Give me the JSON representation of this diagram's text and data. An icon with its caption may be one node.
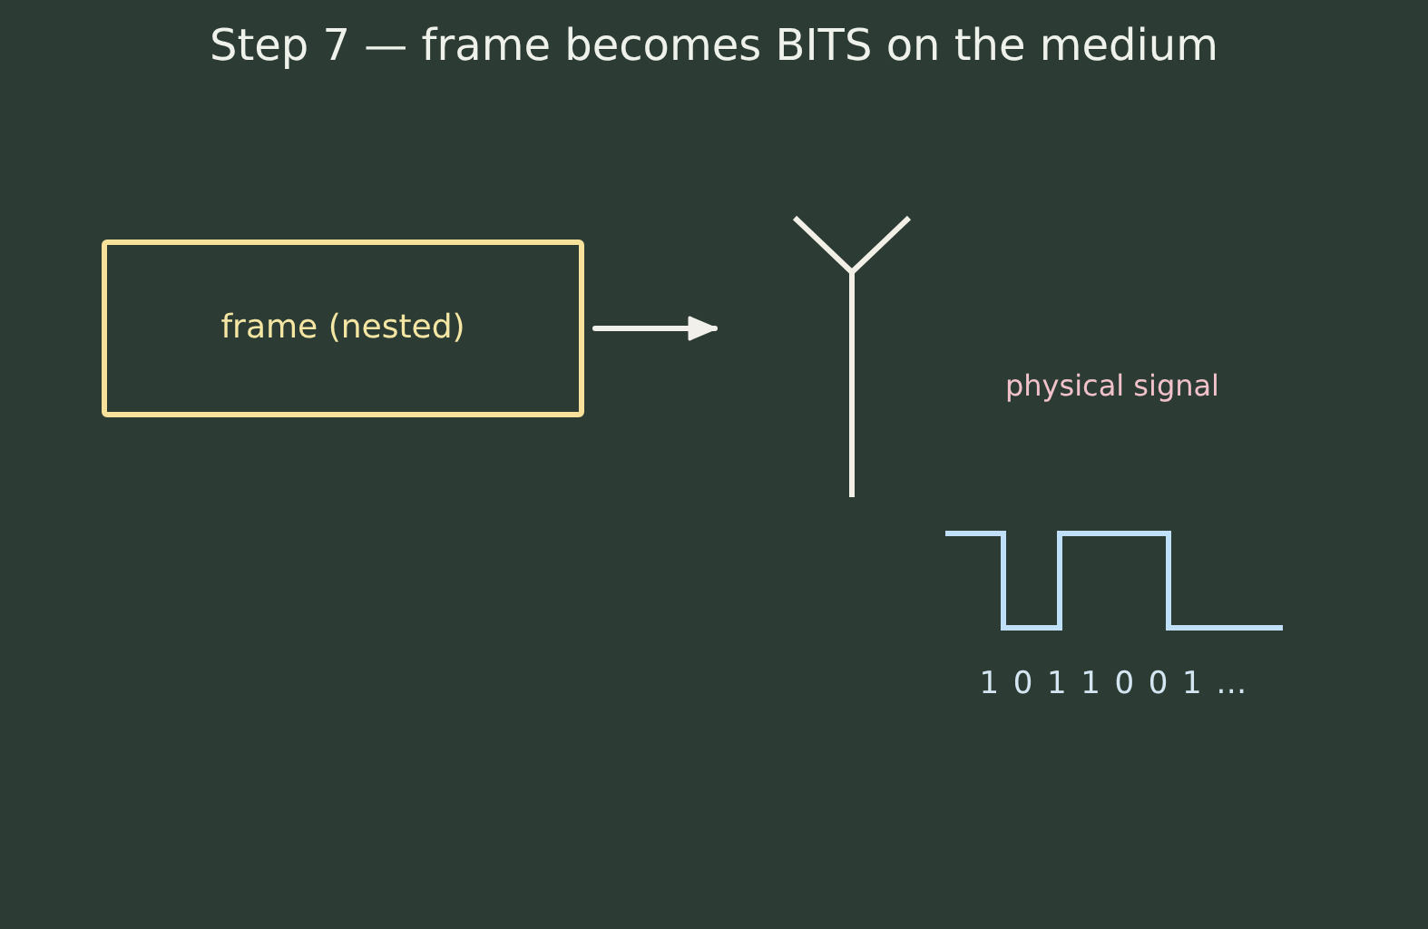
{
  "diagram": {
    "title": "Step 7 — frame becomes BITS on the medium",
    "nodes": [
      {
        "text": [
          "frame (nested)"
        ]
      },
      {
        "text": [],
        "shape": "picture"
      }
    ],
    "edges": [
      {
        "from": 0,
        "to": 1,
        "arrow": "to"
      }
    ],
    "labels": [
      "physical signal",
      "1 0 1 1 0 0 1 …"
    ]
  }
}
